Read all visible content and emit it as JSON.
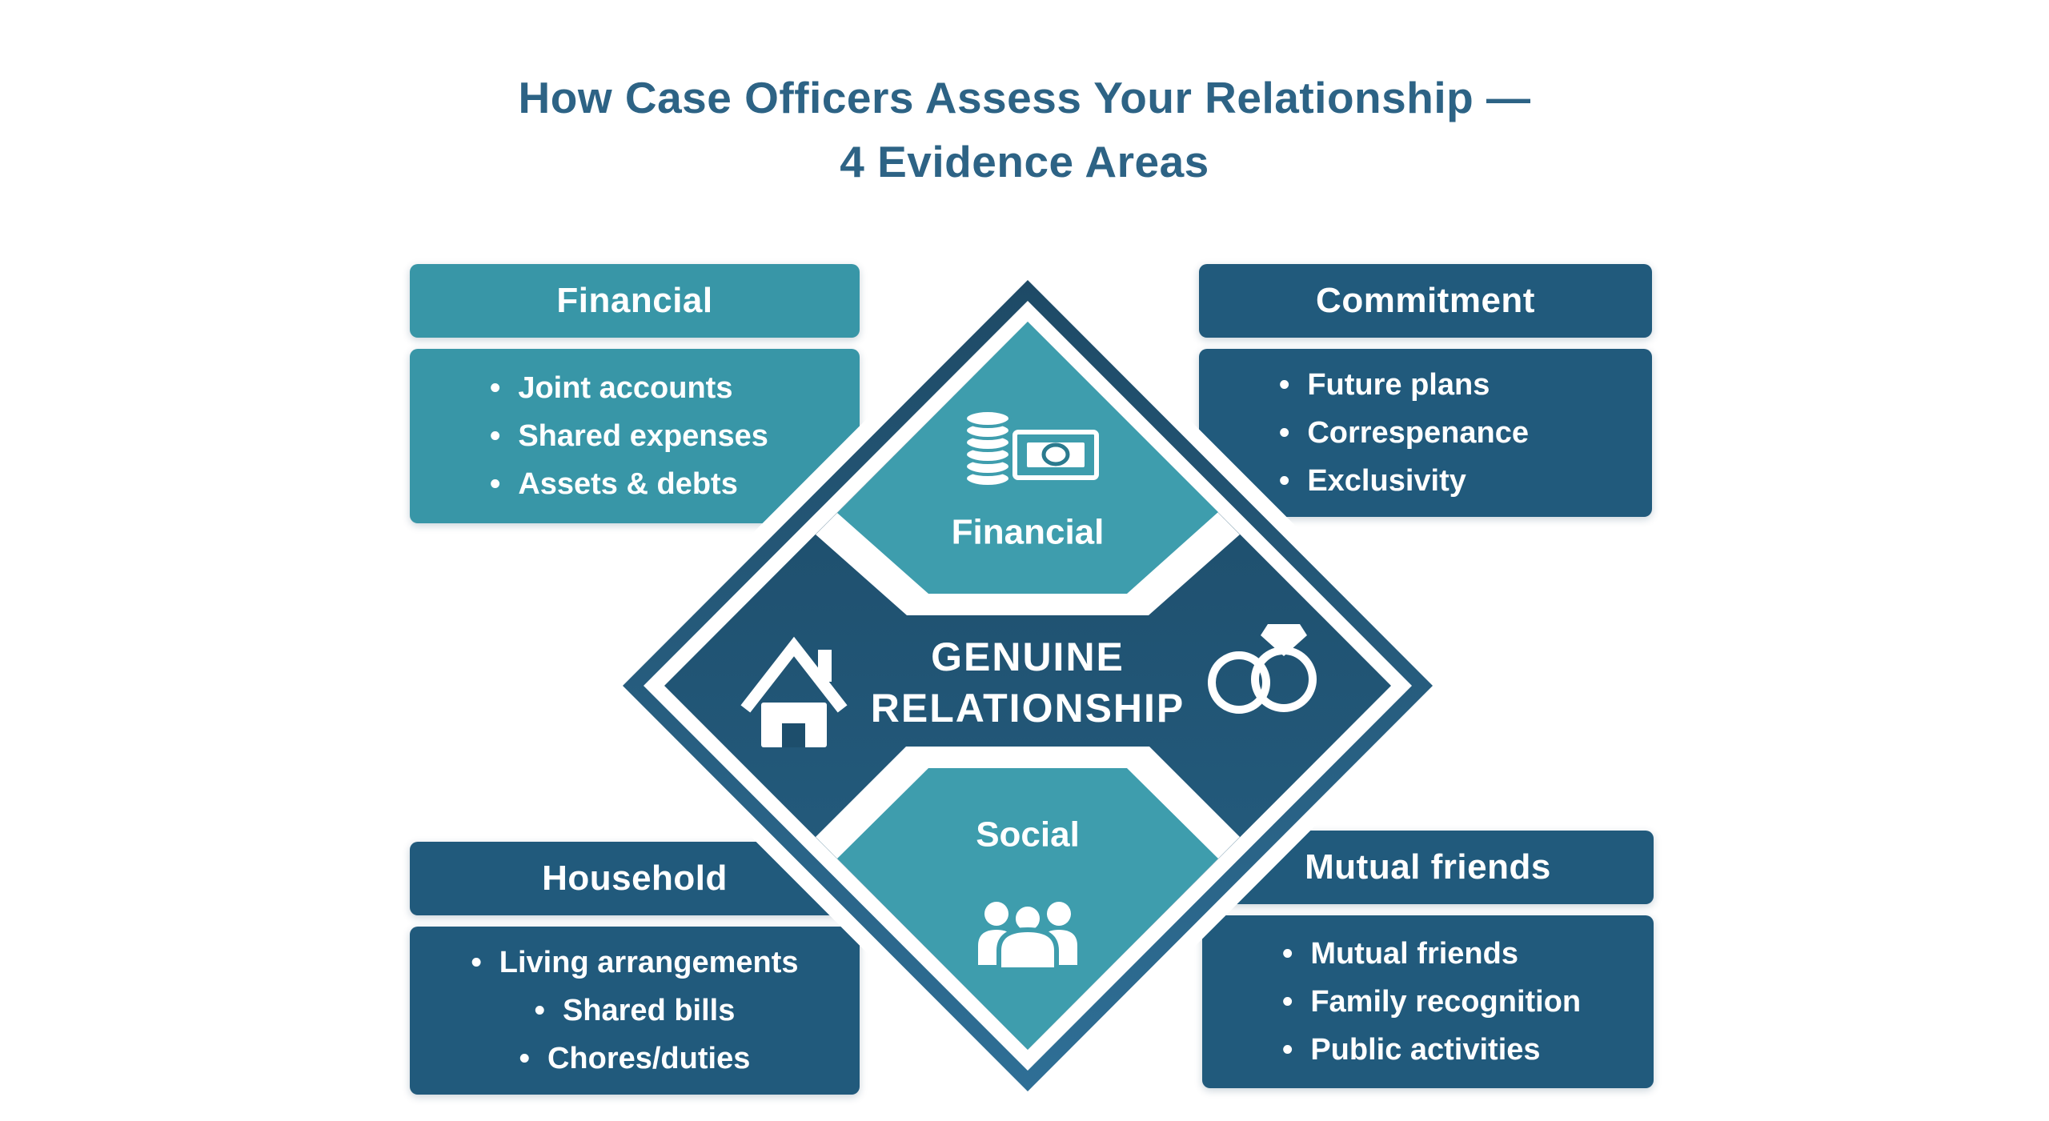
{
  "title": {
    "line1": "How Case Officers Assess Your Relationship —",
    "line2": "4 Evidence Areas"
  },
  "ui": {
    "bullet": "•"
  },
  "boxes": {
    "financial": {
      "header": "Financial",
      "items": [
        "Joint accounts",
        "Shared expenses",
        "Assets & debts"
      ]
    },
    "commitment": {
      "header": "Commitment",
      "items": [
        "Future plans",
        "Correspenance",
        "Exclusivity"
      ]
    },
    "household": {
      "header": "Household",
      "items": [
        "Living arrangements",
        "Shared bills",
        "Chores/duties"
      ]
    },
    "mutual_friends": {
      "header": "Mutual friends",
      "items": [
        "Mutual friends",
        "Family recognition",
        "Public activities"
      ]
    }
  },
  "diamond": {
    "top_label": "Financial",
    "center_line1": "GENUINE",
    "center_line2": "RELATIONSHIP",
    "bottom_label": "Social",
    "icons": {
      "top": "coins-banknote-icon",
      "left": "house-icon",
      "right": "wedding-rings-icon",
      "bottom": "people-group-icon"
    }
  },
  "colors": {
    "title_text": "#2D6385",
    "teal_box": "#3896A7",
    "dark_box": "#215A7C",
    "teal_segment": "#3E9DAD",
    "diamond_outer_top": "#1E4A66",
    "diamond_outer_bottom": "#2F6F96",
    "diamond_inner": "#1D4E6C",
    "text_on_fill": "#FFFFFF",
    "background": "#FFFFFF"
  }
}
